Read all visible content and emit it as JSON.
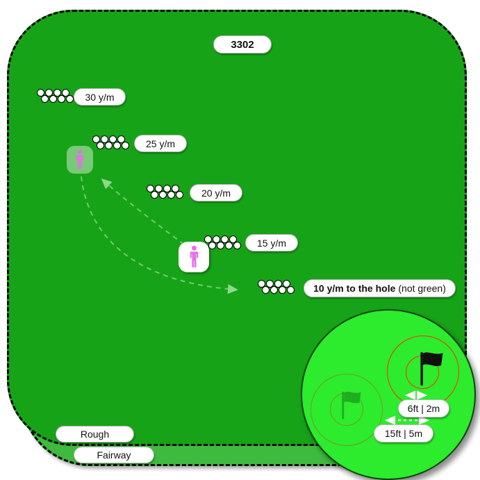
{
  "title": {
    "hole_number": "3302"
  },
  "distance_markers": [
    {
      "label": "30 y/m"
    },
    {
      "label": "25 y/m"
    },
    {
      "label": "20 y/m"
    },
    {
      "label": "15 y/m"
    },
    {
      "label_bold": "10 y/m to the hole",
      "label_note": "(not green)"
    }
  ],
  "zones": {
    "rough_label": "Rough",
    "fairway_label": "Fairway"
  },
  "green_inset": {
    "hole_radius_label": "6ft | 2m",
    "green_radius_label": "15ft | 5m"
  },
  "icons": {
    "players": [
      "player-icon",
      "player-icon"
    ],
    "flags": [
      "flag-icon",
      "flag-ghost-icon"
    ],
    "balls": "golf-ball-cluster"
  },
  "colors": {
    "rough": "#17A317",
    "fairway": "#3EBB3E",
    "putting_green": "#2DEB2D",
    "player": "#E570E5",
    "target_ring": "#FF2D12",
    "path_arrow": "#8FD98F"
  }
}
